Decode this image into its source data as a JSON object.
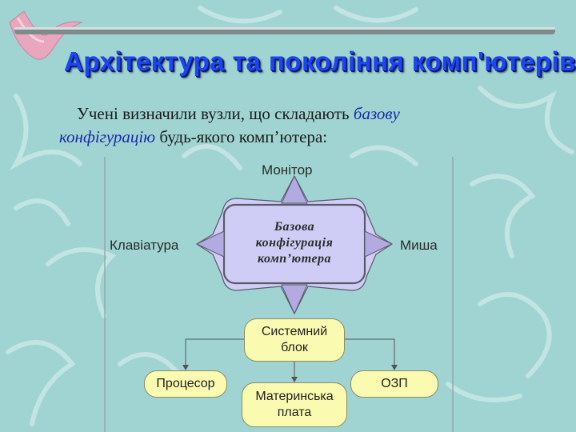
{
  "slide": {
    "title": "Архітектура та покоління комп'ютерів",
    "intro": {
      "text_1": "Учені визначили вузли, що складають ",
      "emph_1": "базову",
      "emph_2": "конфігурацію",
      "text_2": " будь-якого комп’ютера:"
    }
  },
  "diagram": {
    "center": [
      "Базова",
      "конфігурація",
      "комп’ютера"
    ],
    "top": "Монітор",
    "left": "Клавіатура",
    "right": "Миша",
    "system_unit": [
      "Системний",
      "блок"
    ],
    "processor": "Процесор",
    "motherboard": [
      "Материнська",
      "плата"
    ],
    "ram": "ОЗП"
  },
  "colors": {
    "background": "#9fd4d2",
    "title": "#1c46f0",
    "emphasis": "#1b2aa8",
    "star_fill": "#c9c9f3",
    "arrow_fill": "#b8b0e6",
    "box_fill": "#fafab0",
    "accent_bar": "#e9a6bf"
  }
}
